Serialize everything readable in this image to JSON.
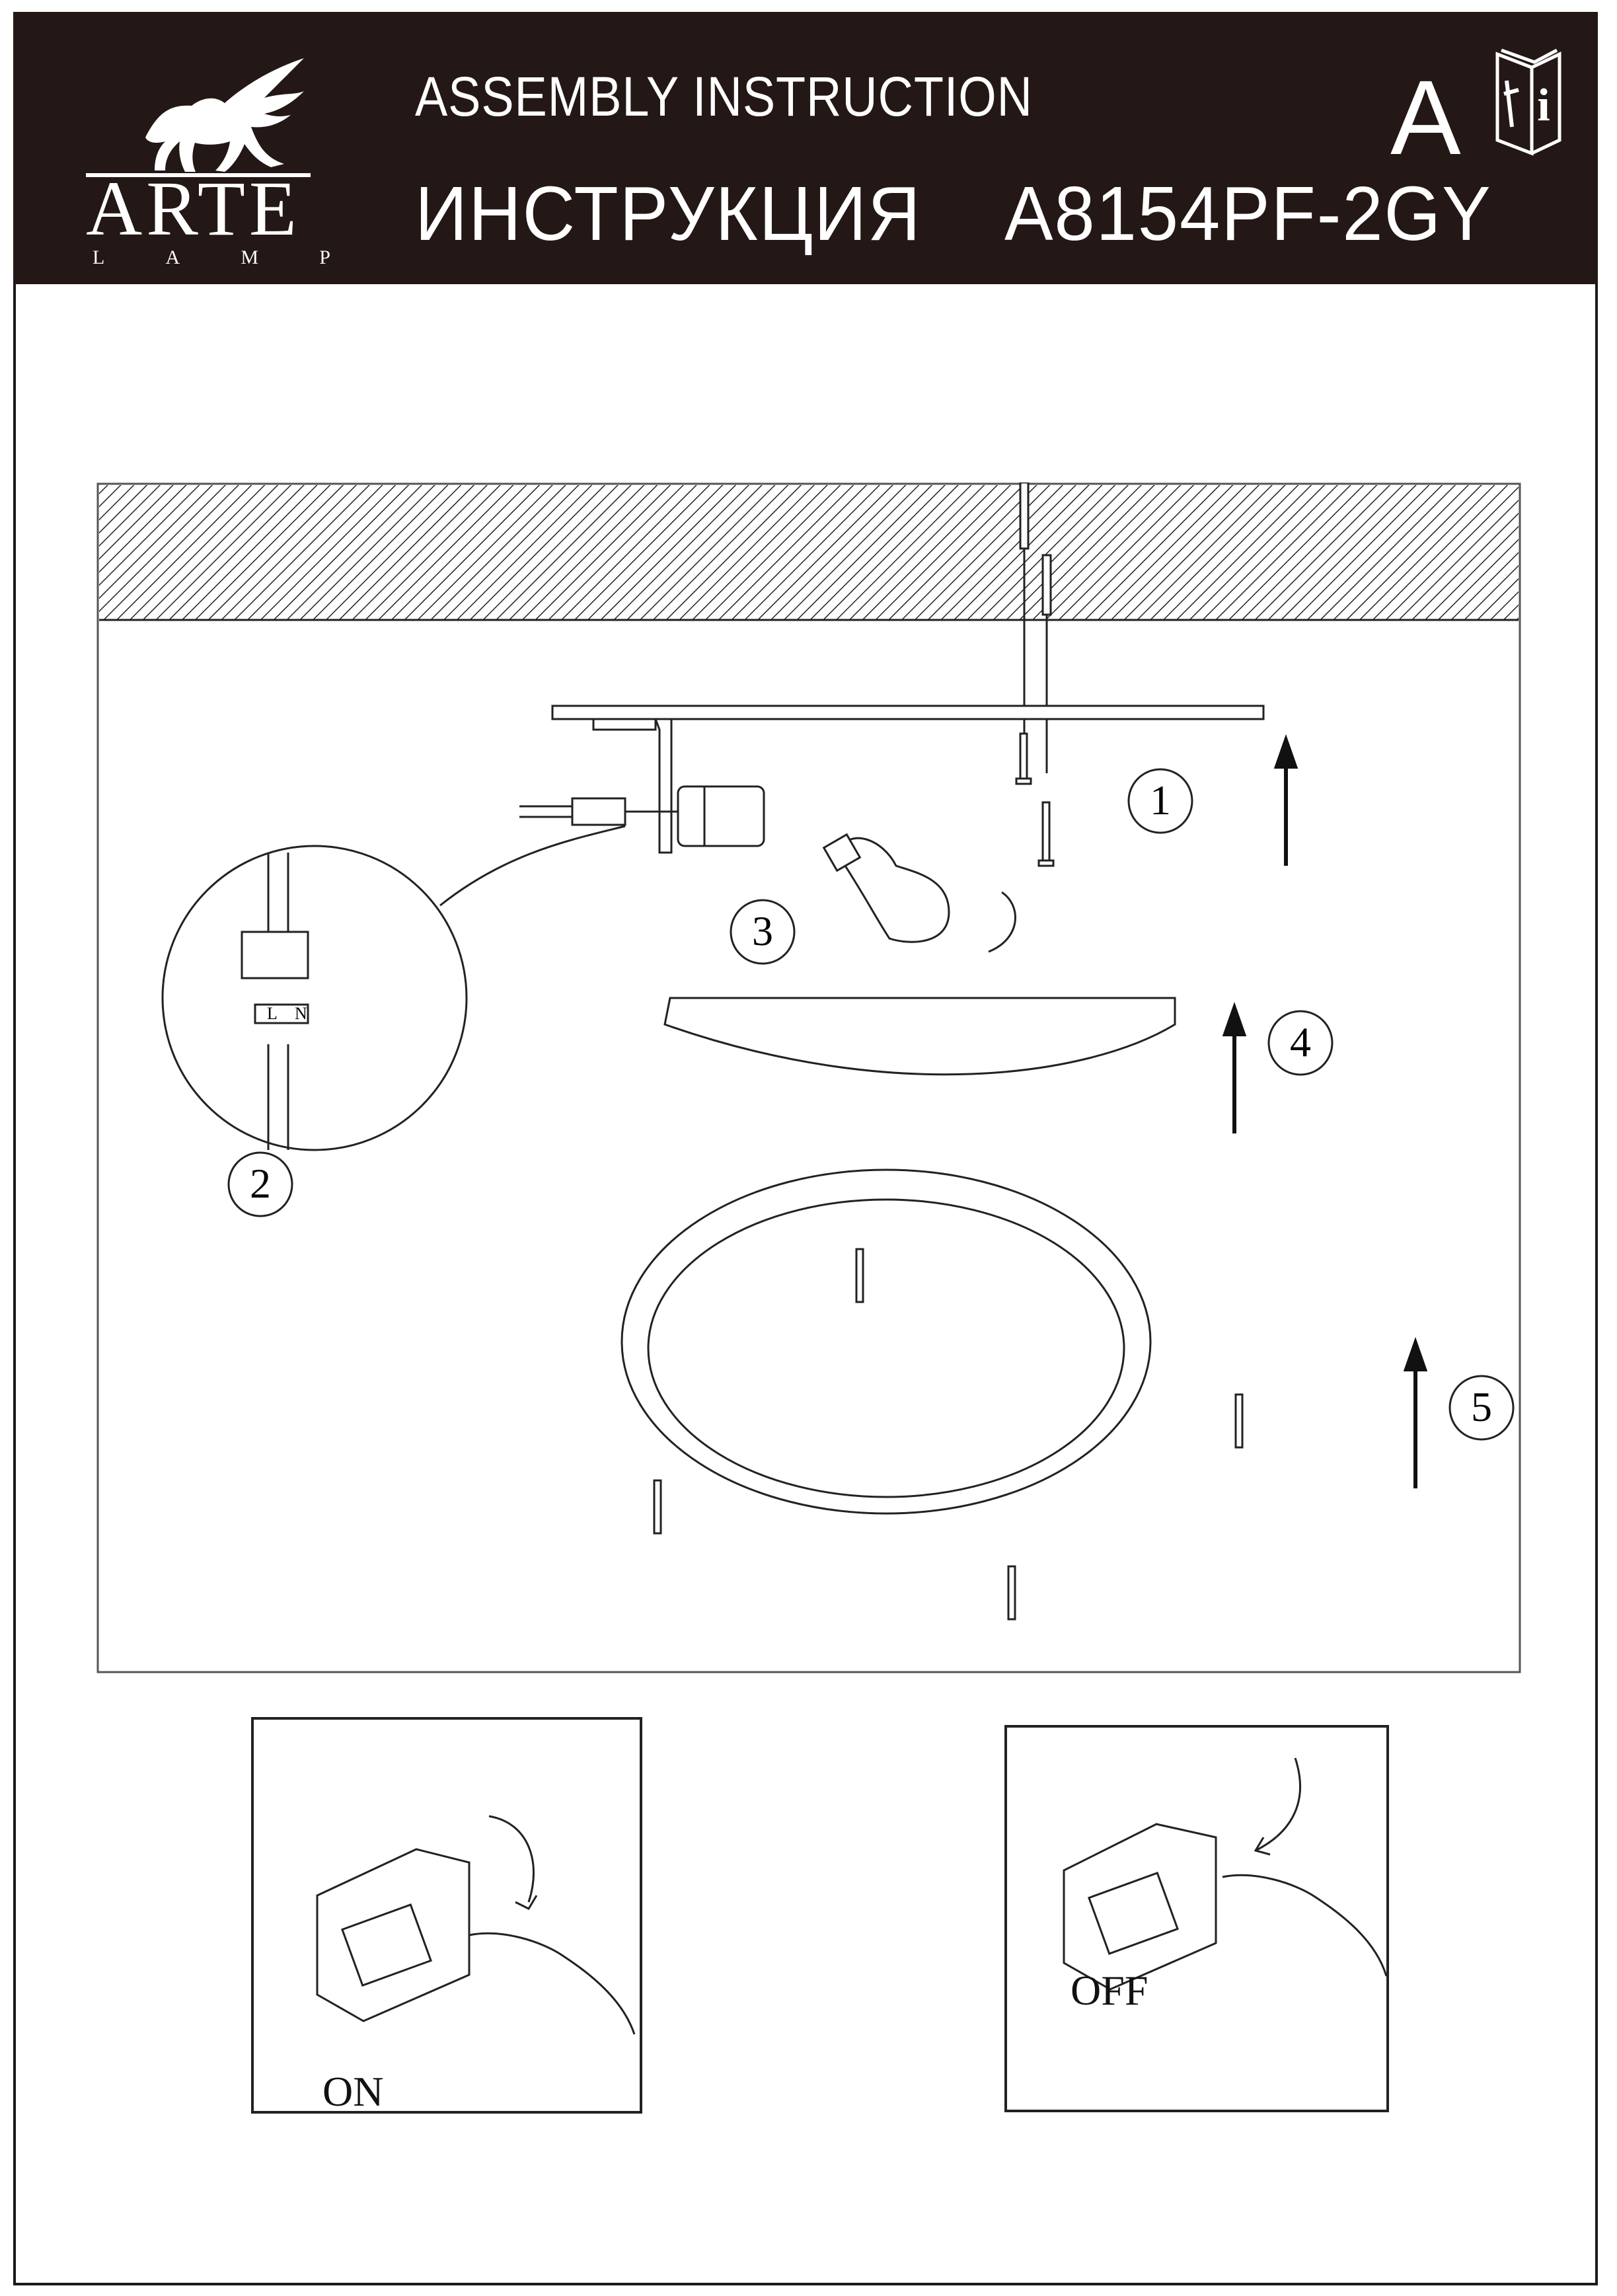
{
  "header": {
    "brand": "ARTE",
    "brand_sub": [
      "L",
      "A",
      "M",
      "P"
    ],
    "title_en": "ASSEMBLY  INSTRUCTION",
    "title_ru": "ИНСТРУКЦИЯ",
    "model": "A8154PF-2GY",
    "section": "A",
    "icons": [
      "winged-lion-logo-icon",
      "manual-info-icon"
    ]
  },
  "diagram": {
    "steps": [
      "1",
      "2",
      "3",
      "4",
      "5"
    ],
    "terminal_markings": [
      "L",
      "N"
    ]
  },
  "switches": {
    "on_label": "ON",
    "off_label": "OFF"
  },
  "colors": {
    "header_bg": "#231815",
    "ink": "#1a1a1a"
  }
}
